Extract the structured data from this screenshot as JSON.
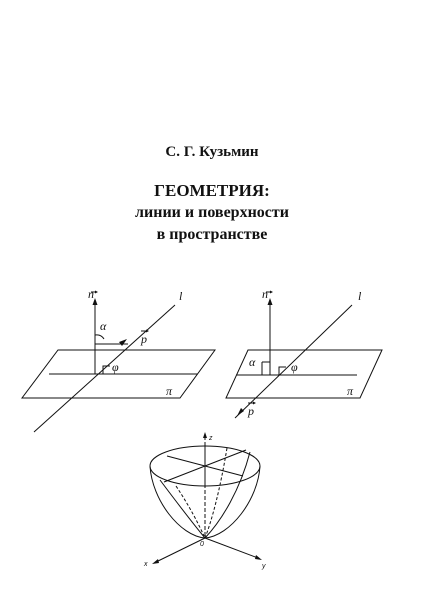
{
  "author": "С. Г. Кузьмин",
  "title": {
    "line1": "ГЕОМЕТРИЯ:",
    "line2": "линии и поверхности",
    "line3": "в пространстве"
  },
  "figure_left": {
    "n": "n",
    "l": "l",
    "alpha": "α",
    "p": "p",
    "phi": "φ",
    "pi": "π"
  },
  "figure_right": {
    "n": "n",
    "l": "l",
    "alpha": "α",
    "p": "p",
    "phi": "φ",
    "pi": "π"
  },
  "figure_paraboloid": {
    "z": "z",
    "o": "0",
    "x": "x",
    "y": "y"
  }
}
